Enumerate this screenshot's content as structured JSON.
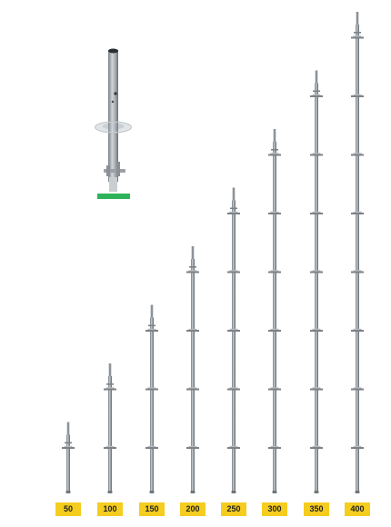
{
  "colors": {
    "background": "#ffffff",
    "label_bg": "#f4cd1f",
    "label_text": "#222222",
    "steel": "#9aa0a5",
    "steel_dark": "#6e7479",
    "ground_bar": "#2fb35a"
  },
  "detail_icon": "spigot-base-icon",
  "standards": [
    {
      "label": "50"
    },
    {
      "label": "100"
    },
    {
      "label": "150"
    },
    {
      "label": "200"
    },
    {
      "label": "250"
    },
    {
      "label": "300"
    },
    {
      "label": "350"
    },
    {
      "label": "400"
    }
  ]
}
